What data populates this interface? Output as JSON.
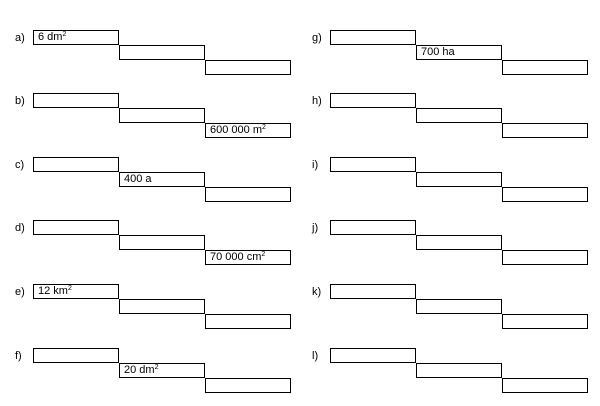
{
  "exercises": [
    {
      "label": "a)",
      "boxes": [
        "6 dm²",
        "",
        ""
      ]
    },
    {
      "label": "b)",
      "boxes": [
        "",
        "",
        "600 000 m²"
      ]
    },
    {
      "label": "c)",
      "boxes": [
        "",
        "400 a",
        ""
      ]
    },
    {
      "label": "d)",
      "boxes": [
        "",
        "",
        "70 000 cm²"
      ]
    },
    {
      "label": "e)",
      "boxes": [
        "12 km²",
        "",
        ""
      ]
    },
    {
      "label": "f)",
      "boxes": [
        "",
        "20 dm²",
        ""
      ]
    },
    {
      "label": "g)",
      "boxes": [
        "",
        "700 ha",
        ""
      ]
    },
    {
      "label": "h)",
      "boxes": [
        "",
        "",
        ""
      ]
    },
    {
      "label": "i)",
      "boxes": [
        "",
        "",
        ""
      ]
    },
    {
      "label": "j)",
      "boxes": [
        "",
        "",
        ""
      ]
    },
    {
      "label": "k)",
      "boxes": [
        "",
        "",
        ""
      ]
    },
    {
      "label": "l)",
      "boxes": [
        "",
        "",
        ""
      ]
    }
  ]
}
